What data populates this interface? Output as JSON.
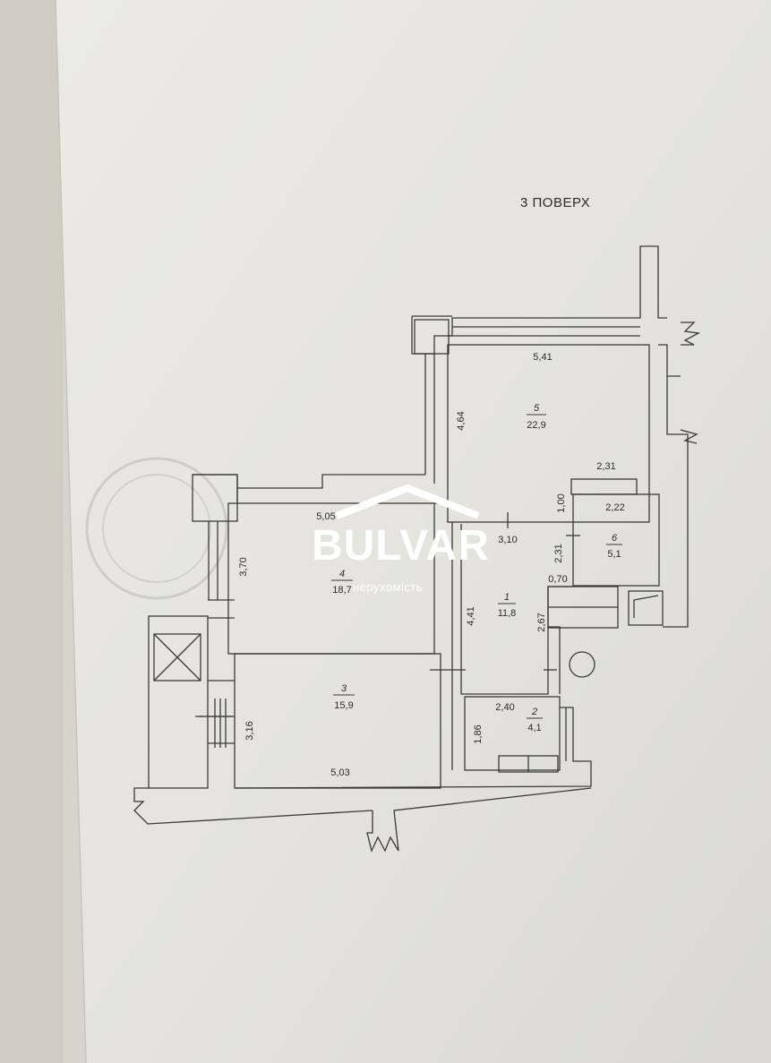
{
  "title": "3 ПОВЕРХ",
  "watermark": {
    "name": "BULVAR",
    "tagline": "нерухомість"
  },
  "rooms": [
    {
      "number": "1",
      "area": "11,8"
    },
    {
      "number": "2",
      "area": "4,1"
    },
    {
      "number": "3",
      "area": "15,9"
    },
    {
      "number": "4",
      "area": "18,7"
    },
    {
      "number": "5",
      "area": "22,9"
    },
    {
      "number": "6",
      "area": "5,1"
    }
  ],
  "dimensions": [
    "5,41",
    "4,64",
    "2,31",
    "1,00",
    "2,22",
    "2,31",
    "0,70",
    "3,10",
    "5,05",
    "3,70",
    "4,41",
    "2,67",
    "2,40",
    "1,86",
    "3,16",
    "5,03"
  ],
  "colors": {
    "paper": "#e6e5e0",
    "line": "#3a3a3a",
    "watermark": "#ffffff"
  }
}
